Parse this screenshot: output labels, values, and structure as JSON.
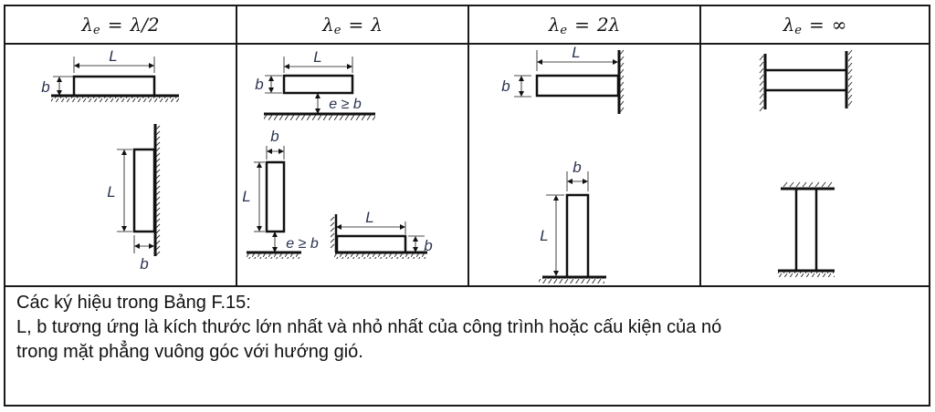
{
  "table": {
    "headers": [
      {
        "lhs": "λ",
        "sub": "e",
        "eq": "=",
        "rhs": "λ/2"
      },
      {
        "lhs": "λ",
        "sub": "e",
        "eq": "=",
        "rhs": "λ"
      },
      {
        "lhs": "λ",
        "sub": "e",
        "eq": "=",
        "rhs": "2λ"
      },
      {
        "lhs": "λ",
        "sub": "e",
        "eq": "=",
        "rhs": "∞"
      }
    ],
    "figures": {
      "col1": {
        "labels": {
          "top_L": "L",
          "top_b": "b",
          "side_L": "L",
          "side_b": "b"
        }
      },
      "col2": {
        "labels": {
          "top_L": "L",
          "top_b": "b",
          "top_gap": "e ≥ b",
          "vert_b": "b",
          "vert_L": "L",
          "vert_gap": "e ≥ b",
          "flat_L": "L",
          "flat_b": "b"
        }
      },
      "col3": {
        "labels": {
          "top_L": "L",
          "top_b": "b",
          "vert_b": "b",
          "vert_L": "L"
        }
      },
      "col4": {
        "labels": {}
      }
    },
    "note": {
      "line1": "Các ký hiệu trong Bảng F.15:",
      "line2": "L, b tương ứng là kích thước lớn nhất và nhỏ nhất của công trình hoặc cấu kiện của nó",
      "line3": "trong mặt phẳng vuông góc với hướng gió."
    }
  },
  "colors": {
    "border": "#1a1a1a",
    "drawing": "#111111",
    "label": "#2b3450"
  }
}
